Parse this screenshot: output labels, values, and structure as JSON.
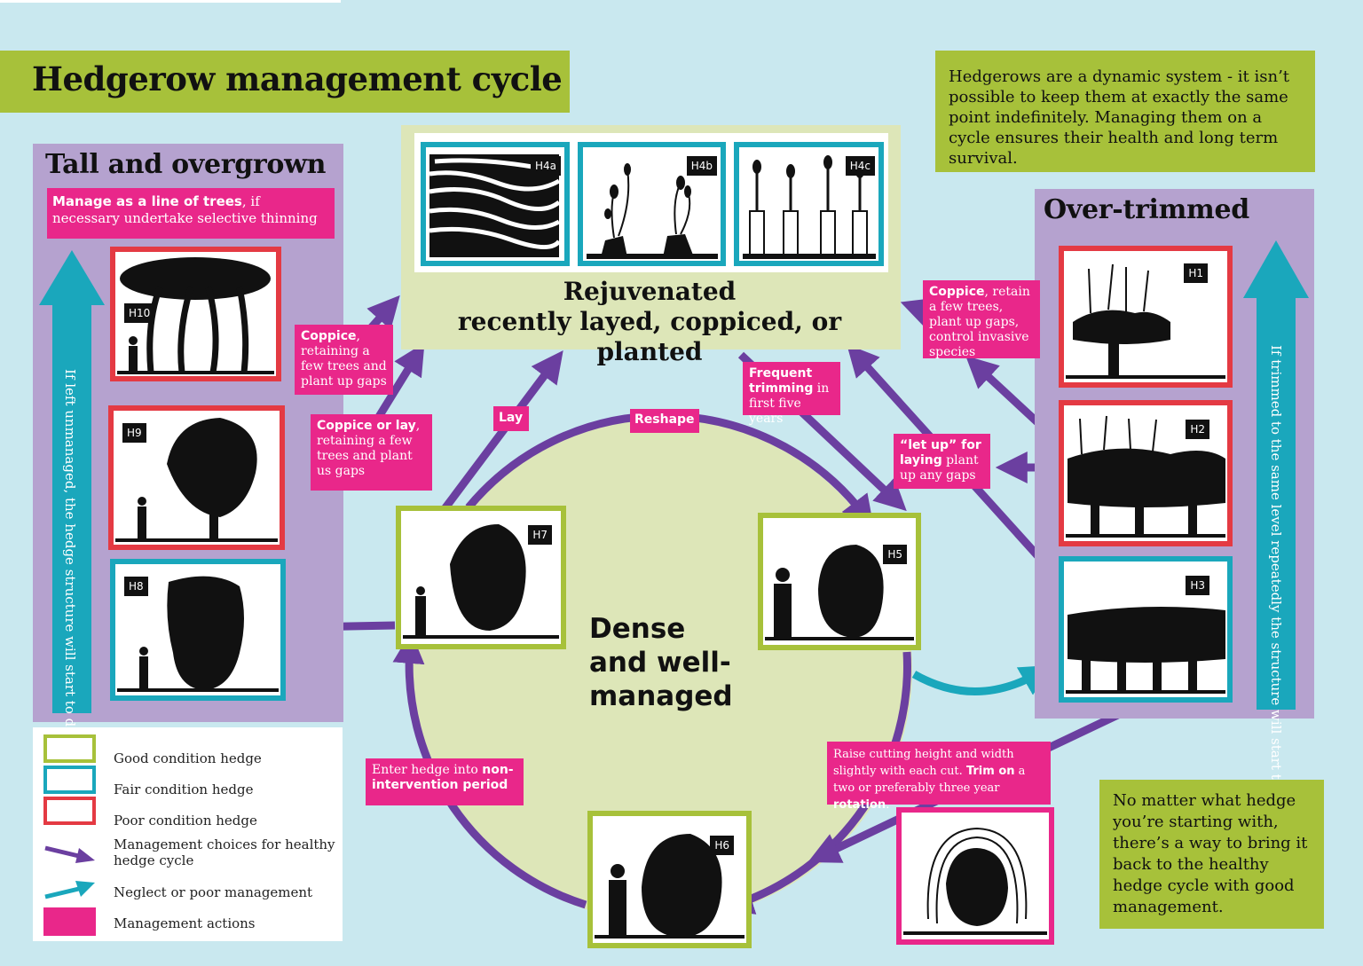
{
  "title": "Hedgerow management cycle",
  "intro": "Hedgerows are a dynamic system - it isn’t possible to keep them at exactly the same point indefinitely. Managing them on a cycle ensures their health and long term survival.",
  "outro": "No matter what hedge you’re starting with, there’s a way to bring it back to the healthy hedge cycle with good management.",
  "colors": {
    "good": "#a7c13a",
    "fair": "#1aa7bc",
    "poor": "#e43a43",
    "action": "#e9278a",
    "management_arrow": "#6b3fa0",
    "panel": "#b5a2cf"
  },
  "tall": {
    "heading": "Tall and overgrown",
    "action_bold": "Manage as a line of trees",
    "action_rest": ", if necessary undertake selective thinning",
    "vertical_note": "If left unmanaged, the hedge structure will start to deteriorate"
  },
  "over": {
    "heading": "Over-trimmed",
    "vertical_note": "If trimmed to the same level repeatedly the structure will start to deteriorate"
  },
  "rejuvenated": {
    "line1": "Rejuvenated",
    "line2": "recently layed, coppiced, or planted"
  },
  "dense": {
    "line1": "Dense",
    "line2": "and well-",
    "line3": "managed"
  },
  "cards": {
    "H1": "H1",
    "H2": "H2",
    "H3": "H3",
    "H4a": "H4a",
    "H4b": "H4b",
    "H4c": "H4c",
    "H5": "H5",
    "H6": "H6",
    "H7": "H7",
    "H8": "H8",
    "H9": "H9",
    "H10": "H10"
  },
  "actions": {
    "coppice_left_bold": "Coppice",
    "coppice_left_rest": ", retaining a few trees and plant up gaps",
    "coppice_lay_bold": "Coppice or lay",
    "coppice_lay_rest": ", retaining a few trees and plant us gaps",
    "lay": "Lay",
    "reshape": "Reshape",
    "frequent_bold": "Frequent trimming",
    "frequent_rest": " in first five years",
    "coppice_right_bold": "Coppice",
    "coppice_right_rest": ", retain a few trees, plant up gaps, control invasive species",
    "letup_bold1": "“let up” for",
    "letup_bold2": "laying",
    "letup_rest1": " plant",
    "letup_rest2": "up any gaps",
    "enter_pre": "Enter hedge into ",
    "enter_bold1": "non-",
    "enter_bold2": "intervention period",
    "raise_pre": "Raise cutting height and width slightly with each cut. ",
    "raise_bold1": "Trim on",
    "raise_mid": " a two or preferably three year ",
    "raise_bold2": "rotation",
    "raise_end": "."
  },
  "legend": [
    {
      "label": "Good condition hedge"
    },
    {
      "label": "Fair condition hedge"
    },
    {
      "label": "Poor condition hedge"
    },
    {
      "label": "Management choices for healthy hedge cycle"
    },
    {
      "label": "Neglect or poor management"
    },
    {
      "label": "Management actions"
    }
  ]
}
